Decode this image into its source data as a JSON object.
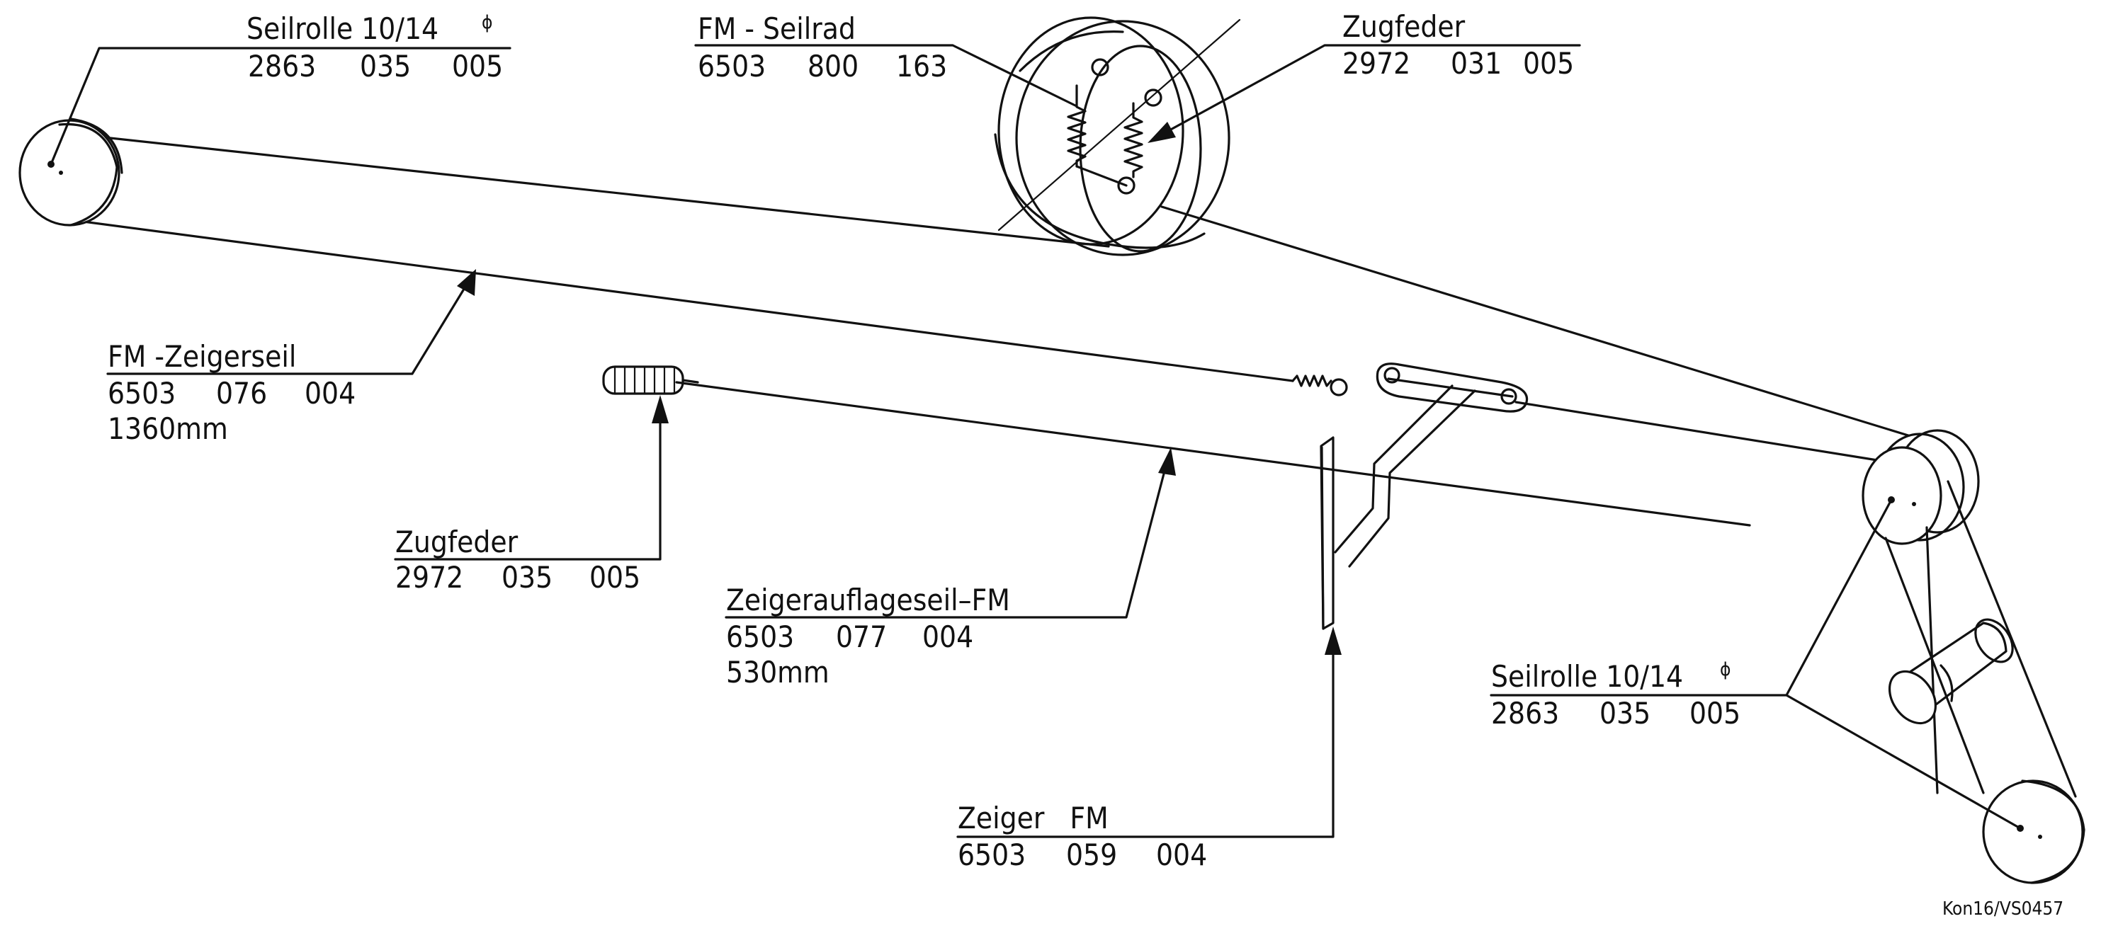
{
  "labels": {
    "pulley_top_left": {
      "name": "Seilrolle 10/14",
      "diameter_symbol": "ϕ",
      "part": [
        "2863",
        "035",
        "005"
      ]
    },
    "fm_cable_wheel": {
      "name": "FM - Seilrad",
      "part": [
        "6503",
        "800",
        "163"
      ]
    },
    "tension_spring_top": {
      "name": "Zugfeder",
      "part": [
        "2972",
        "031",
        "005"
      ]
    },
    "fm_pointer_cable": {
      "name": "FM -Zeigerseil",
      "part": [
        "6503",
        "076",
        "004"
      ],
      "length": "1360mm"
    },
    "tension_spring_left": {
      "name": "Zugfeder",
      "part": [
        "2972",
        "035",
        "005"
      ]
    },
    "pointer_support_cable": {
      "name": "Zeigerauflageseil–FM",
      "part": [
        "6503",
        "077",
        "004"
      ],
      "length": "530mm"
    },
    "pulley_right": {
      "name": "Seilrolle 10/14",
      "diameter_symbol": "ϕ",
      "part": [
        "2863",
        "035",
        "005"
      ]
    },
    "pointer_fm": {
      "name": "Zeiger   FM",
      "part": [
        "6503",
        "059",
        "004"
      ]
    }
  },
  "drawing_code": "Kon16/VS0457",
  "colors": {
    "ink": "#111111",
    "paper": "#ffffff"
  }
}
